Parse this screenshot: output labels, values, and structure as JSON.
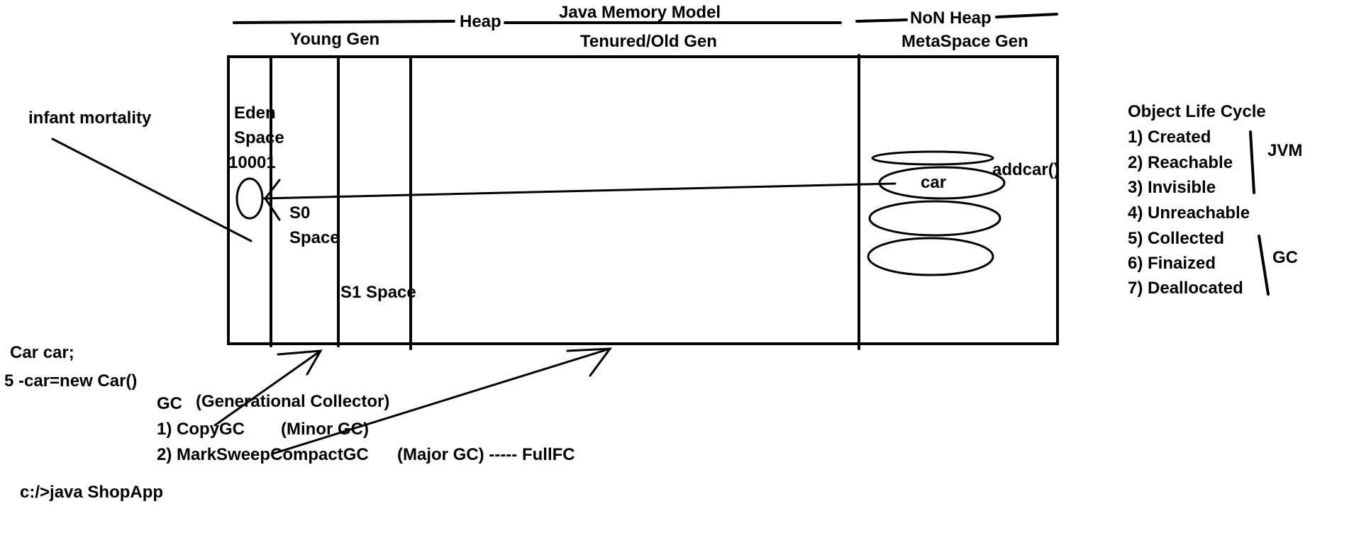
{
  "diagram": {
    "title": "Java Memory Model",
    "heap_label": "Heap",
    "non_heap_label": "NoN Heap",
    "young_gen_label": "Young Gen",
    "tenured_label": "Tenured/Old Gen",
    "metaspace_label": "MetaSpace Gen",
    "eden_lines": [
      "Eden",
      "Space",
      "10001"
    ],
    "s0_lines": [
      "S0",
      "Space"
    ],
    "s1_label": "S1 Space",
    "car_label": "car",
    "method_label": "addcar()",
    "infant_label": "infant mortality",
    "code_lines": [
      "Car car;",
      "5 -car=new Car()"
    ],
    "gc_block": {
      "gc": "GC",
      "gc_desc": "(Generational Collector)",
      "item1": "1)  CopyGC",
      "item1_note": "(Minor GC)",
      "item2": "2)  MarkSweepCompactGC",
      "item2_note": "(Major GC)  ----- FullFC"
    },
    "command": "c:/>java ShopApp",
    "lifecycle": {
      "title": "Object Life Cycle",
      "stages": [
        "1) Created",
        "2) Reachable",
        "3) Invisible",
        "4) Unreachable",
        "5) Collected",
        "6) Finaized",
        "7) Deallocated"
      ],
      "jvm_label": "JVM",
      "gc_label": "GC"
    },
    "ink_color": "#000000",
    "background": "#ffffff"
  }
}
